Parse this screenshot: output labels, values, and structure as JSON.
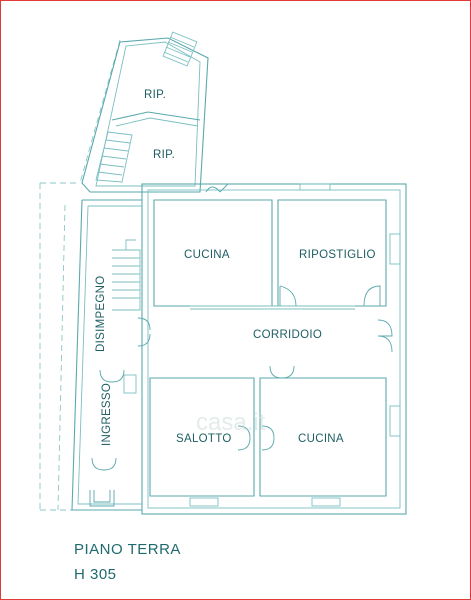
{
  "rooms": {
    "rip_upper": "RIP.",
    "rip_lower": "RIP.",
    "cucina_top": "CUCINA",
    "ripostiglio": "RIPOSTIGLIO",
    "disimpegno": "DISIMPEGNO",
    "corridoio": "CORRIDOIO",
    "ingresso": "INGRESSO",
    "salotto": "SALOTTO",
    "cucina_bottom": "CUCINA"
  },
  "floor": {
    "name": "PIANO TERRA",
    "height": "H 305"
  },
  "watermark": "casa.it",
  "colors": {
    "wall": "#5aa9ad",
    "label": "#1f5e63",
    "frame": "#e23a3a"
  }
}
